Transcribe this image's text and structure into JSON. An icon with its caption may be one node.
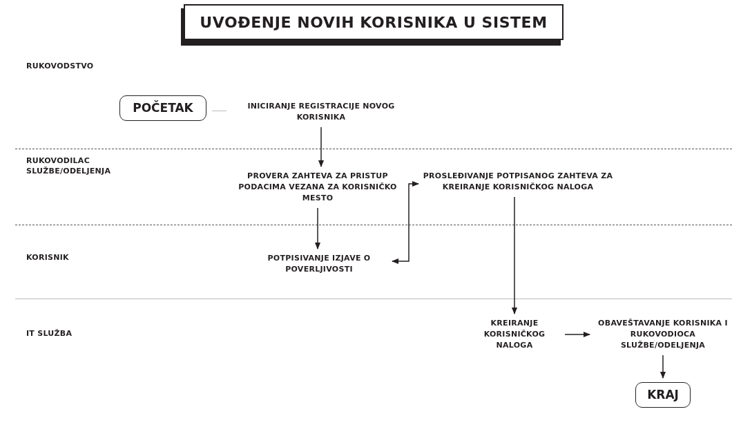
{
  "diagram": {
    "title": "UVOĐENJE NOVIH KORISNIKA U SISTEM",
    "nodes": [
      {
        "text": [
          "POČETAK"
        ]
      },
      {
        "text": [
          "INICIRANJE REGISTRACIJE NOVOG KORISNIKA"
        ]
      },
      {
        "text": [
          "PROVERA ZAHTEVA ZA PRISTUP PODACIMA VEZANA ZA KORISNIČKO MESTO"
        ]
      },
      {
        "text": [
          "PROSLEĐIVANJE POTPISANOG ZAHTEVA ZA KREIRANJE KORISNIČKOG NALOGA"
        ]
      },
      {
        "text": [
          "POTPISIVANJE IZJAVE O POVERLJIVOSTI"
        ]
      },
      {
        "text": [
          "KREIRANJE KORISNIČKOG NALOGA"
        ]
      },
      {
        "text": [
          "OBAVEŠTAVANJE KORISNIKA I RUKOVODIOCA SLUŽBE/ODELJENJA"
        ]
      },
      {
        "text": [
          "KRAJ"
        ]
      }
    ],
    "edges": [
      {
        "from": 0,
        "to": 1,
        "arrow": "none",
        "color": "#bbbbbb"
      },
      {
        "from": 1,
        "to": 2,
        "arrow": "to"
      },
      {
        "from": 2,
        "to": 4,
        "arrow": "to"
      },
      {
        "from": 4,
        "to": 3,
        "arrow": "both"
      },
      {
        "from": 3,
        "to": 5,
        "arrow": "to"
      },
      {
        "from": 5,
        "to": 6,
        "arrow": "to"
      },
      {
        "from": 6,
        "to": 7,
        "arrow": "to"
      }
    ],
    "labels": [
      "RUKOVODSTVO",
      "RUKOVODILAC SLUŽBE/ODELJENJA",
      "KORISNIK",
      "IT SLUŽBA"
    ]
  }
}
